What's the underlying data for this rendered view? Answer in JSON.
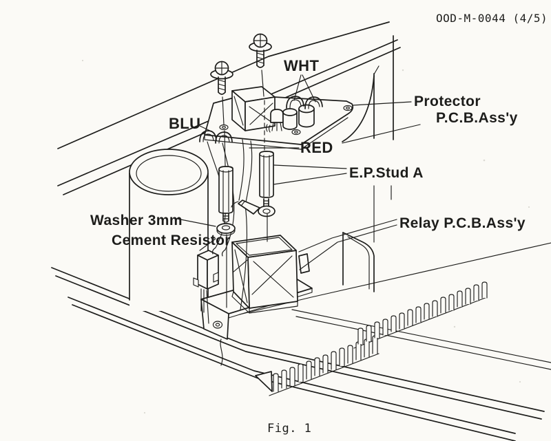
{
  "colors": {
    "paper": "#fbfaf6",
    "ink": "#1d1d1b"
  },
  "header": {
    "doc_number": "OOD-M-0044 (4/5)"
  },
  "figure": {
    "caption": "Fig. 1"
  },
  "callouts": {
    "wht": "WHT",
    "blu": "BLU",
    "red": "RED",
    "protector_line1": "Protector",
    "protector_line2": "P.C.B.Ass'y",
    "ep_stud": "E.P.Stud A",
    "washer": "Washer 3mm",
    "cement_resistor": "Cement Resistor",
    "relay": "Relay P.C.B.Ass'y"
  }
}
